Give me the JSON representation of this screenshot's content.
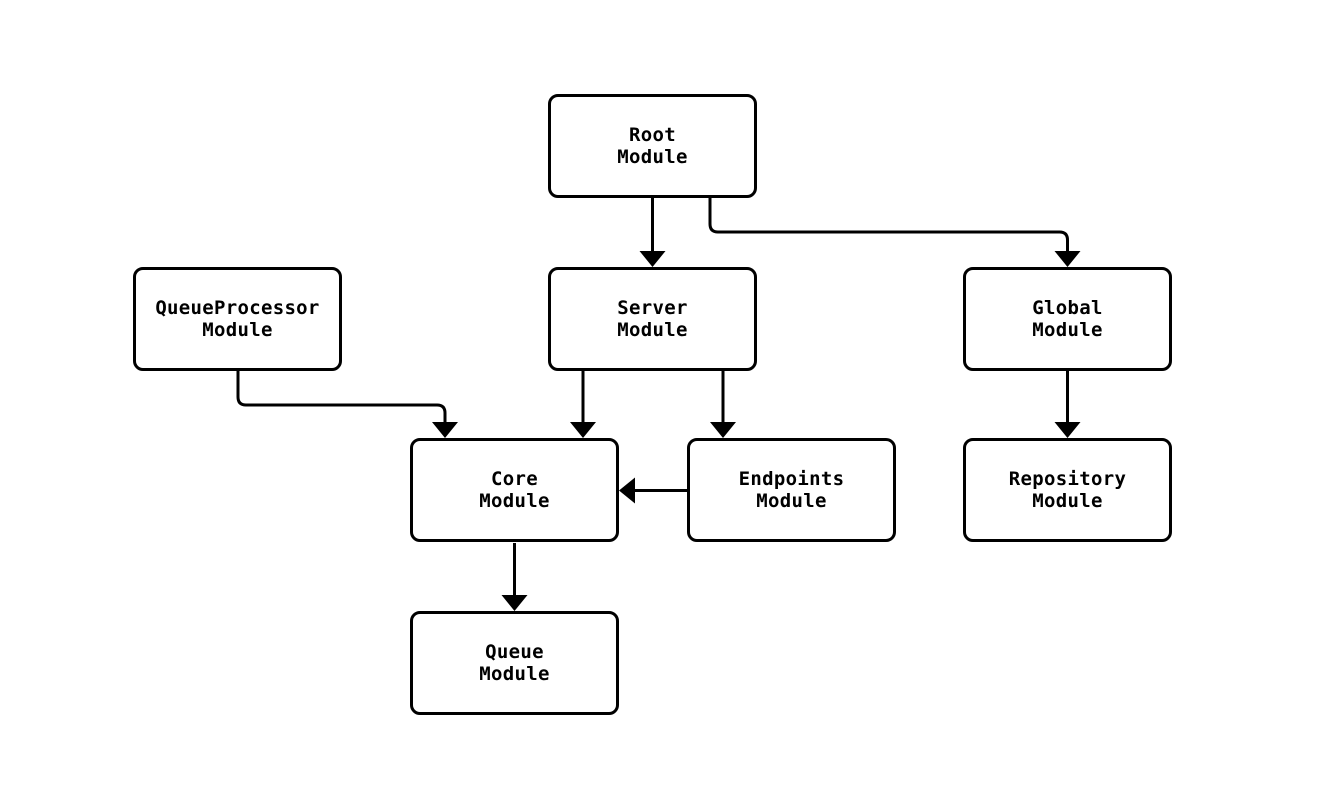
{
  "diagram": {
    "type": "flowchart",
    "background_color": "#ffffff",
    "node_fill_color": "#ffffff",
    "node_stroke_color": "#000000",
    "edge_color": "#000000",
    "nodes": {
      "root": {
        "line1": "Root",
        "line2": "Module"
      },
      "queue_processor": {
        "line1": "QueueProcessor",
        "line2": "Module"
      },
      "server": {
        "line1": "Server",
        "line2": "Module"
      },
      "global": {
        "line1": "Global",
        "line2": "Module"
      },
      "core": {
        "line1": "Core",
        "line2": "Module"
      },
      "endpoints": {
        "line1": "Endpoints",
        "line2": "Module"
      },
      "repository": {
        "line1": "Repository",
        "line2": "Module"
      },
      "queue": {
        "line1": "Queue",
        "line2": "Module"
      }
    },
    "edges": [
      {
        "from": "Root Module",
        "to": "Server Module"
      },
      {
        "from": "Root Module",
        "to": "Global Module"
      },
      {
        "from": "QueueProcessor Module",
        "to": "Core Module"
      },
      {
        "from": "Server Module",
        "to": "Core Module"
      },
      {
        "from": "Server Module",
        "to": "Endpoints Module"
      },
      {
        "from": "Endpoints Module",
        "to": "Core Module"
      },
      {
        "from": "Global Module",
        "to": "Repository Module"
      },
      {
        "from": "Core Module",
        "to": "Queue Module"
      }
    ]
  }
}
